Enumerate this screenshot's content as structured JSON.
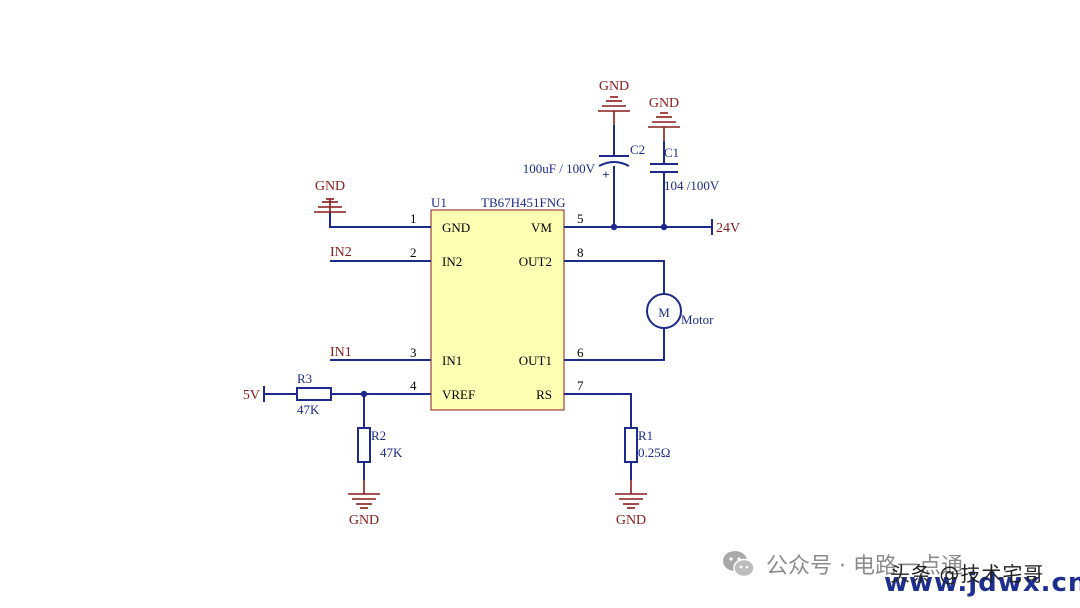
{
  "schematic": {
    "ic": {
      "ref": "U1",
      "part": "TB67H451FNG"
    },
    "pins": {
      "p1": {
        "num": "1",
        "name": "GND"
      },
      "p2": {
        "num": "2",
        "name": "IN2"
      },
      "p3": {
        "num": "3",
        "name": "IN1"
      },
      "p4": {
        "num": "4",
        "name": "VREF"
      },
      "p5": {
        "num": "5",
        "name": "VM"
      },
      "p6": {
        "num": "6",
        "name": "OUT1"
      },
      "p7": {
        "num": "7",
        "name": "RS"
      },
      "p8": {
        "num": "8",
        "name": "OUT2"
      }
    },
    "nets": {
      "in2": "IN2",
      "in1": "IN1",
      "v5": "5V",
      "v24": "24V"
    },
    "gnd": "GND",
    "c2": {
      "ref": "C2",
      "value": "100uF / 100V",
      "polarity": "+"
    },
    "c1": {
      "ref": "C1",
      "value": "104 /100V"
    },
    "r3": {
      "ref": "R3",
      "value": "47K"
    },
    "r2": {
      "ref": "R2",
      "value": "47K"
    },
    "r1": {
      "ref": "R1",
      "value": "0.25Ω"
    },
    "motor": {
      "symbol": "M",
      "label": "Motor"
    }
  },
  "watermark": {
    "text": "公众号 · 电路一点通",
    "author": "头条 @技术宅哥",
    "site": "www.jdwx.cn"
  },
  "colors": {
    "wire": "#1c2a8c",
    "ground": "#8b1a1a",
    "ic_body": "#ffffb3",
    "watermark": "#8c8c8c"
  }
}
